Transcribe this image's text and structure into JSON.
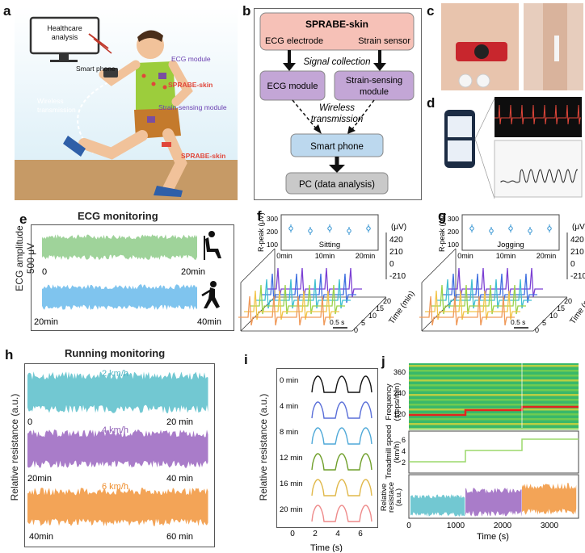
{
  "panels": {
    "a": {
      "label": "a",
      "monitor_text": "Healthcare\nanalysis",
      "callouts": {
        "smart_phone": "Smart phone",
        "ecg_module": "ECG module",
        "skin1": "SPRABE-skin",
        "wireless": "Wireless\ntransmission",
        "strain_module": "Strain-sensing module",
        "skin2": "SPRABE-skin"
      }
    },
    "b": {
      "label": "b",
      "top_title": "SPRABE-skin",
      "top_left": "ECG electrode",
      "top_right": "Strain sensor",
      "signal": "Signal collection",
      "ecg_module": "ECG module",
      "strain_module": "Strain-sensing\nmodule",
      "wireless": "Wireless\ntransmission",
      "phone": "Smart phone",
      "pc": "PC (data analysis)"
    },
    "c": {
      "label": "c"
    },
    "d": {
      "label": "d"
    },
    "e": {
      "label": "e",
      "title": "ECG monitoring",
      "ylabel": "ECG amplitude",
      "scale": "500 μV",
      "t0": "0",
      "t1": "20min",
      "t2": "20min",
      "t3": "40min"
    },
    "f": {
      "label": "f",
      "inset_ylabel": "R-peak (μV)",
      "inset_title": "Sitting",
      "inset_xticks": [
        "0min",
        "10min",
        "20min"
      ],
      "inset_yticks": [
        "300",
        "200",
        "100"
      ],
      "zunit": "(μV)",
      "zticks": [
        "420",
        "210",
        "0",
        "-210"
      ],
      "scale": "0.5 s",
      "timelabel": "Time (min)",
      "timeticks": [
        "0",
        "5",
        "10",
        "15",
        "20"
      ]
    },
    "g": {
      "label": "g",
      "inset_ylabel": "R-peak (μV)",
      "inset_title": "Jogging",
      "inset_xticks": [
        "0min",
        "10min",
        "20min"
      ],
      "inset_yticks": [
        "300",
        "200",
        "100"
      ],
      "zunit": "(μV)",
      "zticks": [
        "420",
        "210",
        "0",
        "-210"
      ],
      "scale": "0.5 s",
      "timelabel": "Time (min)",
      "timeticks": [
        "0",
        "5",
        "10",
        "15",
        "20"
      ]
    },
    "h": {
      "label": "h",
      "title": "Running monitoring",
      "ylabel": "Relative resistance (a.u.)",
      "speeds": [
        "2 km/h",
        "4 km/h",
        "6 km/h"
      ],
      "ticks": [
        [
          "0",
          "20 min"
        ],
        [
          "20min",
          "40 min"
        ],
        [
          "40min",
          "60 min"
        ]
      ]
    },
    "i": {
      "label": "i",
      "ylabel": "Relative resistance (a.u.)",
      "xlabel": "Time (s)",
      "xticks": [
        "0",
        "2",
        "4",
        "6"
      ],
      "rows": [
        "0 min",
        "4 min",
        "8 min",
        "12 min",
        "16 min",
        "20 min"
      ]
    },
    "j": {
      "label": "j",
      "ylabel_top": "Frequency\n(steps/min)",
      "yticks_top": [
        "360",
        "240",
        "120"
      ],
      "ylabel_mid": "Treadmill speed\n(km/h)",
      "yticks_mid": [
        "6",
        "4",
        "2"
      ],
      "ylabel_bot": "Relative\nresistace\n(a.u.)",
      "xlabel": "Time (s)",
      "xticks": [
        "0",
        "1000",
        "2000",
        "3000"
      ]
    }
  },
  "colors": {
    "ecg_sit": "#9fd39a",
    "ecg_jog": "#7fc4ee",
    "run1": "#72c8d2",
    "run2": "#a97cc9",
    "run3": "#f3a457",
    "box_top": "#f6c1b7",
    "box_mod": "#c3a6d6",
    "box_phone": "#bcd8ee",
    "box_pc": "#c9c9c9"
  }
}
